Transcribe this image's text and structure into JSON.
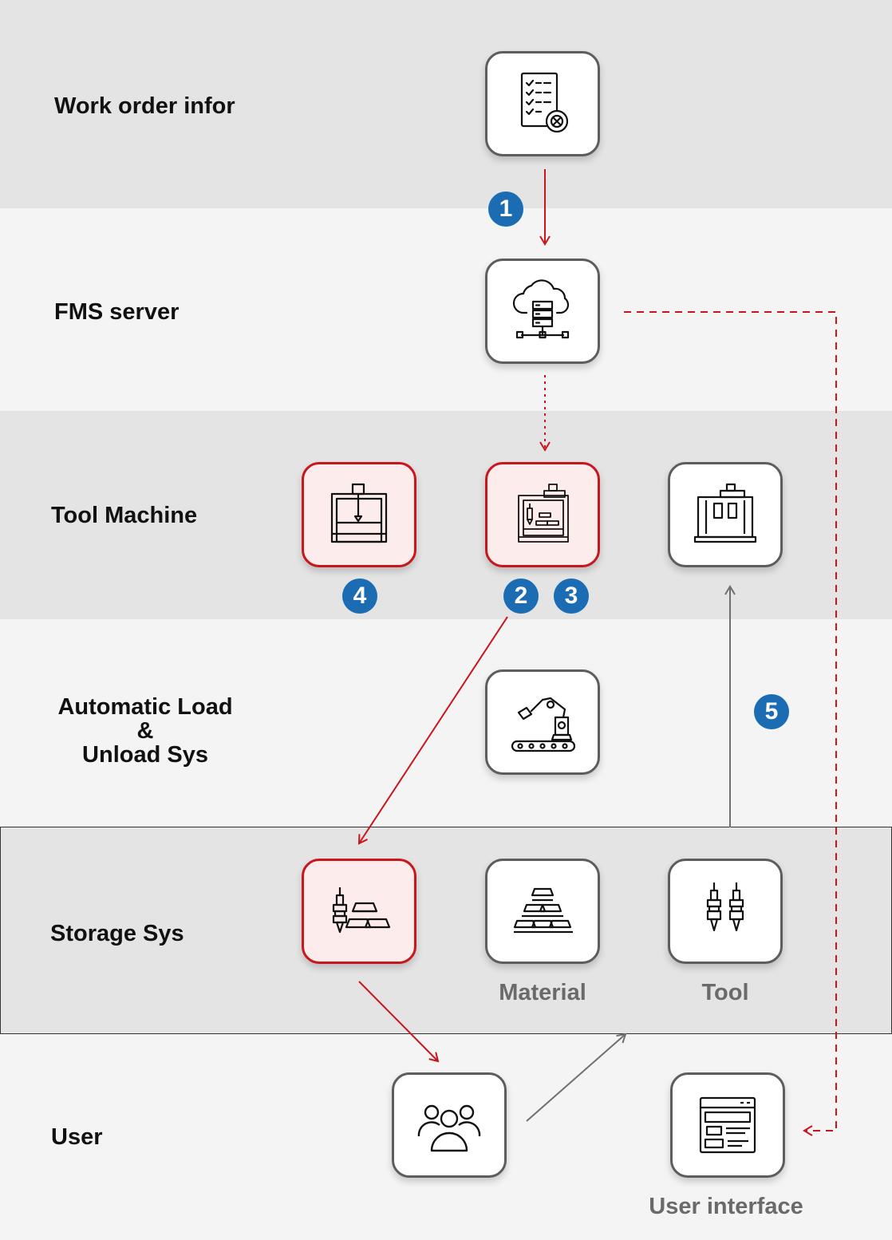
{
  "rows": {
    "work_order": "Work order infor",
    "fms_server": "FMS server",
    "tool_machine": "Tool Machine",
    "auto_load": [
      "Automatic Load",
      "&",
      "Unload Sys"
    ],
    "storage": "Storage Sys",
    "user": "User"
  },
  "captions": {
    "material": "Material",
    "tool": "Tool",
    "user_interface": "User interface"
  },
  "badges": [
    "1",
    "2",
    "3",
    "4",
    "5"
  ],
  "colors": {
    "accent_red": "#c8161d",
    "badge_blue": "#1b6cb2",
    "arrow_gray": "#6f6f6f",
    "node_border": "#5d5d5d",
    "active_fill": "#fdecec"
  },
  "icons": {
    "work_order": "checklist-document-icon",
    "fms_server": "cloud-server-icon",
    "machine_a": "gantry-mill-icon",
    "machine_b": "cnc-machine-icon",
    "machine_c": "machining-center-icon",
    "auto_load": "robot-arm-conveyor-icon",
    "storage_combined": "tool-and-material-icon",
    "material": "gold-bars-icon",
    "tool": "tool-holders-icon",
    "user": "user-group-icon",
    "user_interface": "browser-window-icon"
  }
}
